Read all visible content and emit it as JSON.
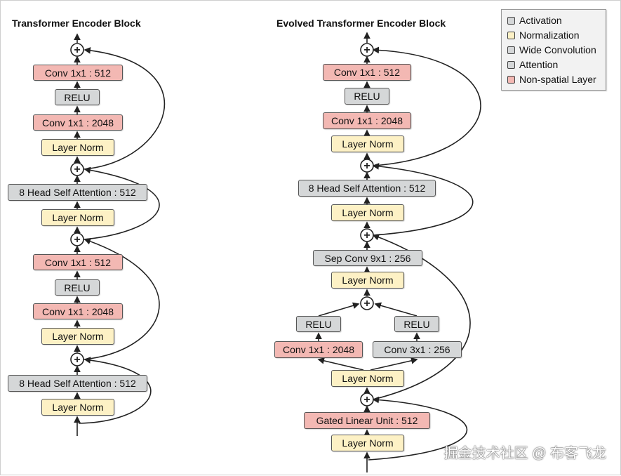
{
  "colors": {
    "activation": "#d5d7d8",
    "normalization": "#fdf1c5",
    "wide_convolution": "#d5d7d8",
    "attention": "#d5d7d8",
    "non_spatial": "#f3b8b3"
  },
  "titles": {
    "left": "Transformer Encoder Block",
    "right": "Evolved Transformer Encoder Block"
  },
  "legend": [
    {
      "label": "Activation",
      "type": "activation"
    },
    {
      "label": "Normalization",
      "type": "normalization"
    },
    {
      "label": "Wide Convolution",
      "type": "wide_convolution"
    },
    {
      "label": "Attention",
      "type": "attention"
    },
    {
      "label": "Non-spatial Layer",
      "type": "non_spatial"
    }
  ],
  "left_nodes": [
    {
      "id": "L1",
      "label": "Conv 1x1 : 512",
      "type": "non_spatial"
    },
    {
      "id": "L2",
      "label": "RELU",
      "type": "activation"
    },
    {
      "id": "L3",
      "label": "Conv 1x1 : 2048",
      "type": "non_spatial"
    },
    {
      "id": "L4",
      "label": "Layer Norm",
      "type": "normalization"
    },
    {
      "id": "L5",
      "label": "8 Head Self Attention : 512",
      "type": "attention"
    },
    {
      "id": "L6",
      "label": "Layer Norm",
      "type": "normalization"
    },
    {
      "id": "L7",
      "label": "Conv 1x1 : 512",
      "type": "non_spatial"
    },
    {
      "id": "L8",
      "label": "RELU",
      "type": "activation"
    },
    {
      "id": "L9",
      "label": "Conv 1x1 : 2048",
      "type": "non_spatial"
    },
    {
      "id": "L10",
      "label": "Layer Norm",
      "type": "normalization"
    },
    {
      "id": "L11",
      "label": "8 Head Self Attention : 512",
      "type": "attention"
    },
    {
      "id": "L12",
      "label": "Layer Norm",
      "type": "normalization"
    }
  ],
  "right_nodes": [
    {
      "id": "R1",
      "label": "Conv 1x1 : 512",
      "type": "non_spatial"
    },
    {
      "id": "R2",
      "label": "RELU",
      "type": "activation"
    },
    {
      "id": "R3",
      "label": "Conv 1x1 : 2048",
      "type": "non_spatial"
    },
    {
      "id": "R4",
      "label": "Layer Norm",
      "type": "normalization"
    },
    {
      "id": "R5",
      "label": "8 Head Self Attention : 512",
      "type": "attention"
    },
    {
      "id": "R6",
      "label": "Layer Norm",
      "type": "normalization"
    },
    {
      "id": "R7",
      "label": "Sep Conv 9x1 : 256",
      "type": "wide_convolution"
    },
    {
      "id": "R8",
      "label": "Layer Norm",
      "type": "normalization"
    },
    {
      "id": "R9",
      "label": "RELU",
      "type": "activation"
    },
    {
      "id": "R10",
      "label": "RELU",
      "type": "activation"
    },
    {
      "id": "R11",
      "label": "Conv 1x1 : 2048",
      "type": "non_spatial"
    },
    {
      "id": "R12",
      "label": "Conv 3x1 : 256",
      "type": "wide_convolution"
    },
    {
      "id": "R13",
      "label": "Layer Norm",
      "type": "normalization"
    },
    {
      "id": "R14",
      "label": "Gated Linear Unit : 512",
      "type": "non_spatial"
    },
    {
      "id": "R15",
      "label": "Layer Norm",
      "type": "normalization"
    }
  ],
  "add_symbol": "+",
  "watermark": "掘金技术社区 @ 布客飞龙"
}
